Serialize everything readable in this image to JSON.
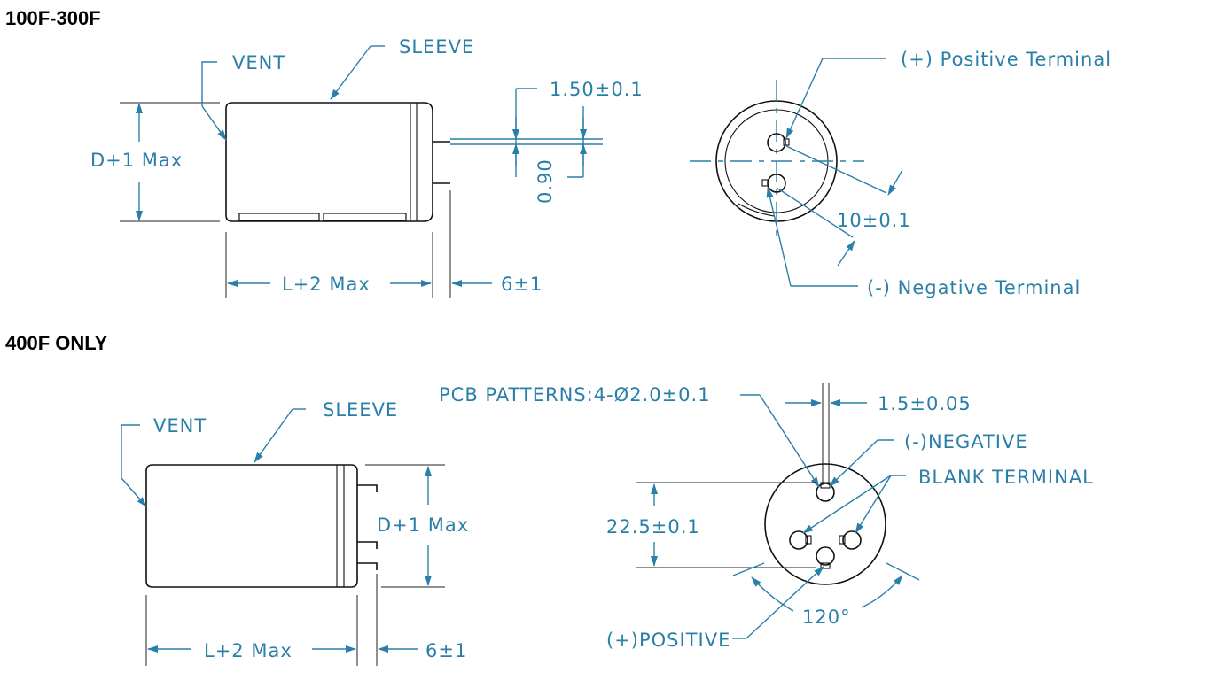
{
  "sections": {
    "top_title": "100F-300F",
    "bottom_title": "400F ONLY"
  },
  "top_side": {
    "vent": "VENT",
    "sleeve": "SLEEVE",
    "diameter": "D+1 Max",
    "length": "L+2 Max",
    "lead_length": "6±1",
    "pin_width": "1.50±0.1",
    "pin_thickness": "0.90"
  },
  "top_end": {
    "positive": "(+) Positive Terminal",
    "negative": "(-) Negative Terminal",
    "spacing": "10±0.1"
  },
  "bottom_side": {
    "vent": "VENT",
    "sleeve": "SLEEVE",
    "diameter": "D+1 Max",
    "length": "L+2 Max",
    "lead_length": "6±1"
  },
  "bottom_end": {
    "pcb": "PCB PATTERNS:4-Ø2.0±0.1",
    "pin_width": "1.5±0.05",
    "negative": "(-)NEGATIVE",
    "blank": "BLANK TERMINAL",
    "spacing": "22.5±0.1",
    "positive": "(+)POSITIVE",
    "angle": "120°"
  },
  "colors": {
    "annotation": "#2a7fa8",
    "outline": "#111111"
  }
}
